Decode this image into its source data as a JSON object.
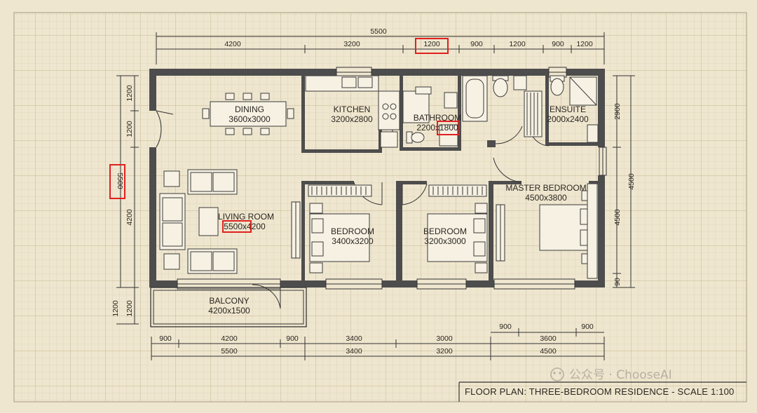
{
  "title": "FLOOR PLAN: THREE-BEDROOM RESIDENCE - SCALE 1:100",
  "watermark": "公众号 · ChooseAI",
  "rooms": {
    "dining": {
      "name": "DINING",
      "size": "3600x3000"
    },
    "kitchen": {
      "name": "KITCHEN",
      "size": "3200x2800"
    },
    "bathroom": {
      "name": "BATHROOM",
      "size": "2200x1800"
    },
    "ensuite": {
      "name": "ENSUITE",
      "size": "2000x2400"
    },
    "living": {
      "name": "LIVING ROOM",
      "size": "5500x4200"
    },
    "bedroom1": {
      "name": "BEDROOM",
      "size": "3400x3200"
    },
    "bedroom2": {
      "name": "BEDROOM",
      "size": "3200x3000"
    },
    "master": {
      "name": "MASTER BEDROOM",
      "size": "4500x3800"
    },
    "balcony": {
      "name": "BALCONY",
      "size": "4200x1500"
    }
  },
  "dims": {
    "top_total": "5500",
    "top": [
      "4200",
      "3200",
      "1200",
      "900",
      "1200",
      "900",
      "1200"
    ],
    "left_total": "5500",
    "left": [
      "1200",
      "1200",
      "4200",
      "1200",
      "1200"
    ],
    "right": [
      "2900",
      "4500",
      "4500",
      "90"
    ],
    "bottom1": [
      "900",
      "4200",
      "900",
      "3400",
      "3000",
      "3600"
    ],
    "bottom1_upper": [
      "900",
      "900"
    ],
    "bottom2": [
      "5500",
      "3400",
      "3200",
      "4500"
    ]
  }
}
